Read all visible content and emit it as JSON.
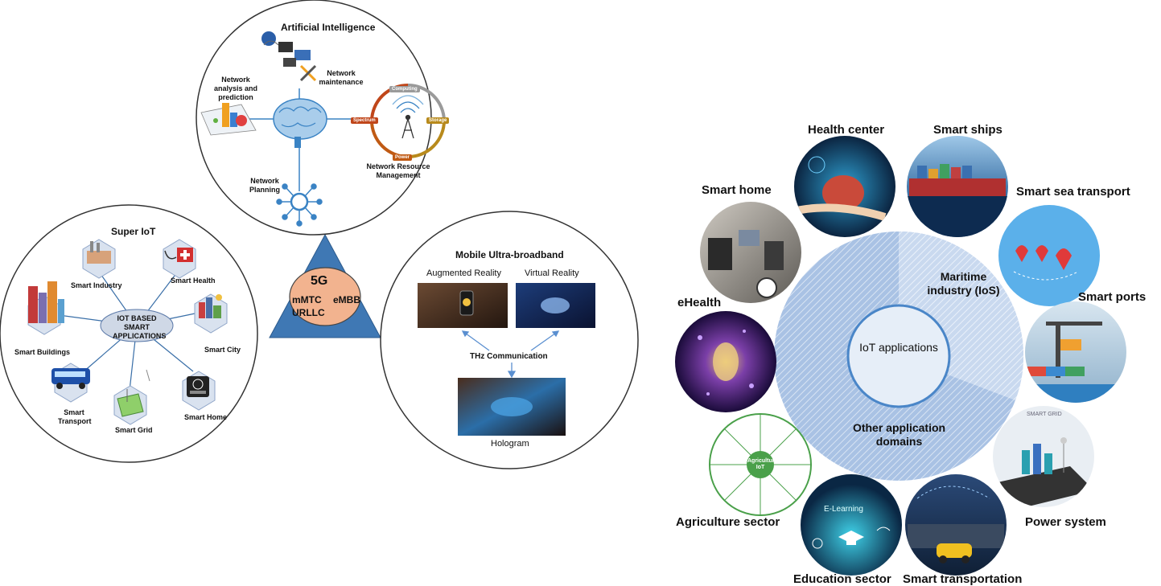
{
  "five_g": {
    "title": "5G",
    "services": [
      "mMTC",
      "eMBB",
      "URLLC"
    ]
  },
  "ai": {
    "title": "Artificial Intelligence",
    "labels": {
      "analysis": "Network analysis and prediction",
      "maintenance": "Network maintenance",
      "planning": "Network Planning",
      "resource": "Network Resource Management"
    },
    "resource_ring": [
      "Computing",
      "Spectrum",
      "Storage",
      "Power"
    ]
  },
  "super_iot": {
    "title": "Super IoT",
    "hub": "IOT BASED SMART APPLICATIONS",
    "nodes": [
      "Smart Industry",
      "Smart Health",
      "Smart City",
      "Smart Home",
      "Smart Grid",
      "Smart Transport",
      "Smart Buildings"
    ]
  },
  "mobile": {
    "title": "Mobile Ultra-broadband",
    "ar": "Augmented  Reality",
    "vr": "Virtual Reality",
    "thz": "THz Communication",
    "hologram": "Hologram"
  },
  "iot_apps": {
    "center": "IoT applications",
    "maritime": "Maritime industry (IoS)",
    "other": "Other application domains",
    "items": [
      "Health center",
      "Smart ships",
      "Smart sea transport",
      "Smart ports",
      "Power system",
      "Smart transportation",
      "Education sector",
      "Agriculture sector",
      "eHealth",
      "Smart home"
    ],
    "agri_label": "Agriculture IoT",
    "edu_label": "E-Learning",
    "grid_label": "SMART GRID"
  },
  "colors": {
    "triangle": "#3f78b4",
    "five_g_fill": "#f2b38f",
    "outline": "#333333",
    "iot_center": "#e6eef8",
    "iot_ring": "#b3c9e6"
  }
}
